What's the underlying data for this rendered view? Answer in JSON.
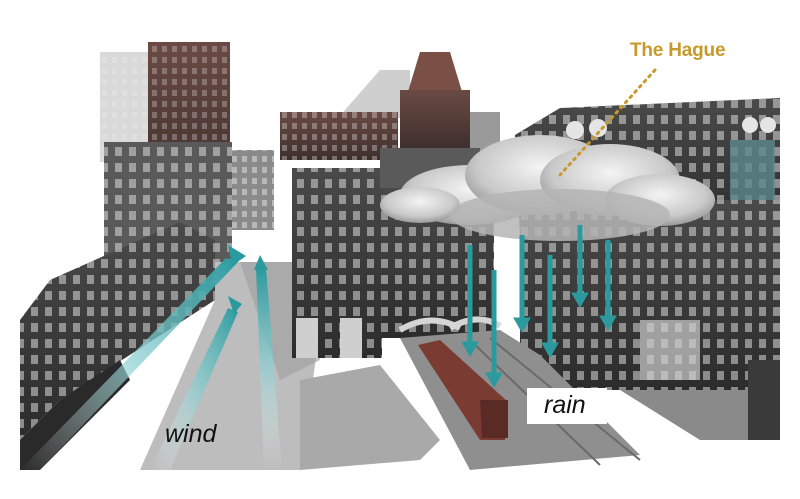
{
  "labels": {
    "city": "The Hague",
    "wind": "wind",
    "rain": "rain"
  },
  "colors": {
    "city_label": "#c89a2e",
    "arrows": "#2a9a9e",
    "text": "#111111",
    "buildings": "#3d3d3d"
  },
  "icons": {
    "cloud": "cloud-icon",
    "wind_arrow": "arrow-up-right-icon",
    "rain_arrow": "arrow-down-icon"
  }
}
